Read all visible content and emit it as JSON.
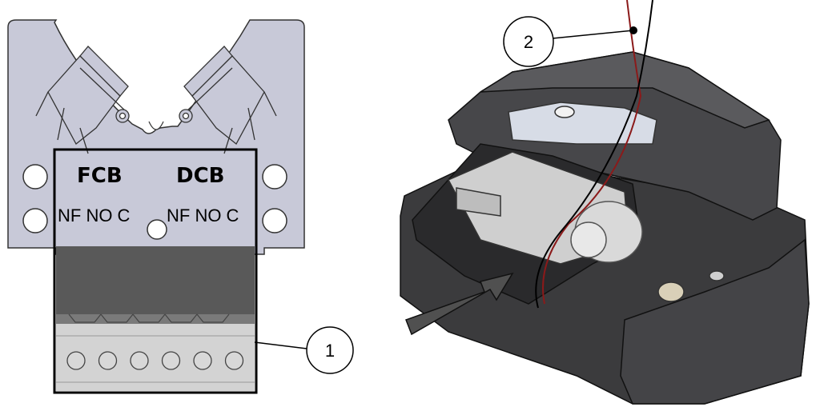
{
  "diagram": {
    "connector": {
      "group_left": "FCB",
      "group_right": "DCB",
      "terminals_left": "NF NO C",
      "terminals_right": "NF NO C",
      "screw_count": 6
    },
    "callouts": [
      {
        "number": "1",
        "target": "terminal-block"
      },
      {
        "number": "2",
        "target": "wire"
      }
    ],
    "colors": {
      "plate": "#c8c9d8",
      "housing": "#3b3b3d",
      "housing_light": "#5a5a5d",
      "terminal_dark": "#595959",
      "terminal_light": "#cfcfcf",
      "wire_red": "#8b1a1a",
      "arrow": "#505050"
    }
  }
}
